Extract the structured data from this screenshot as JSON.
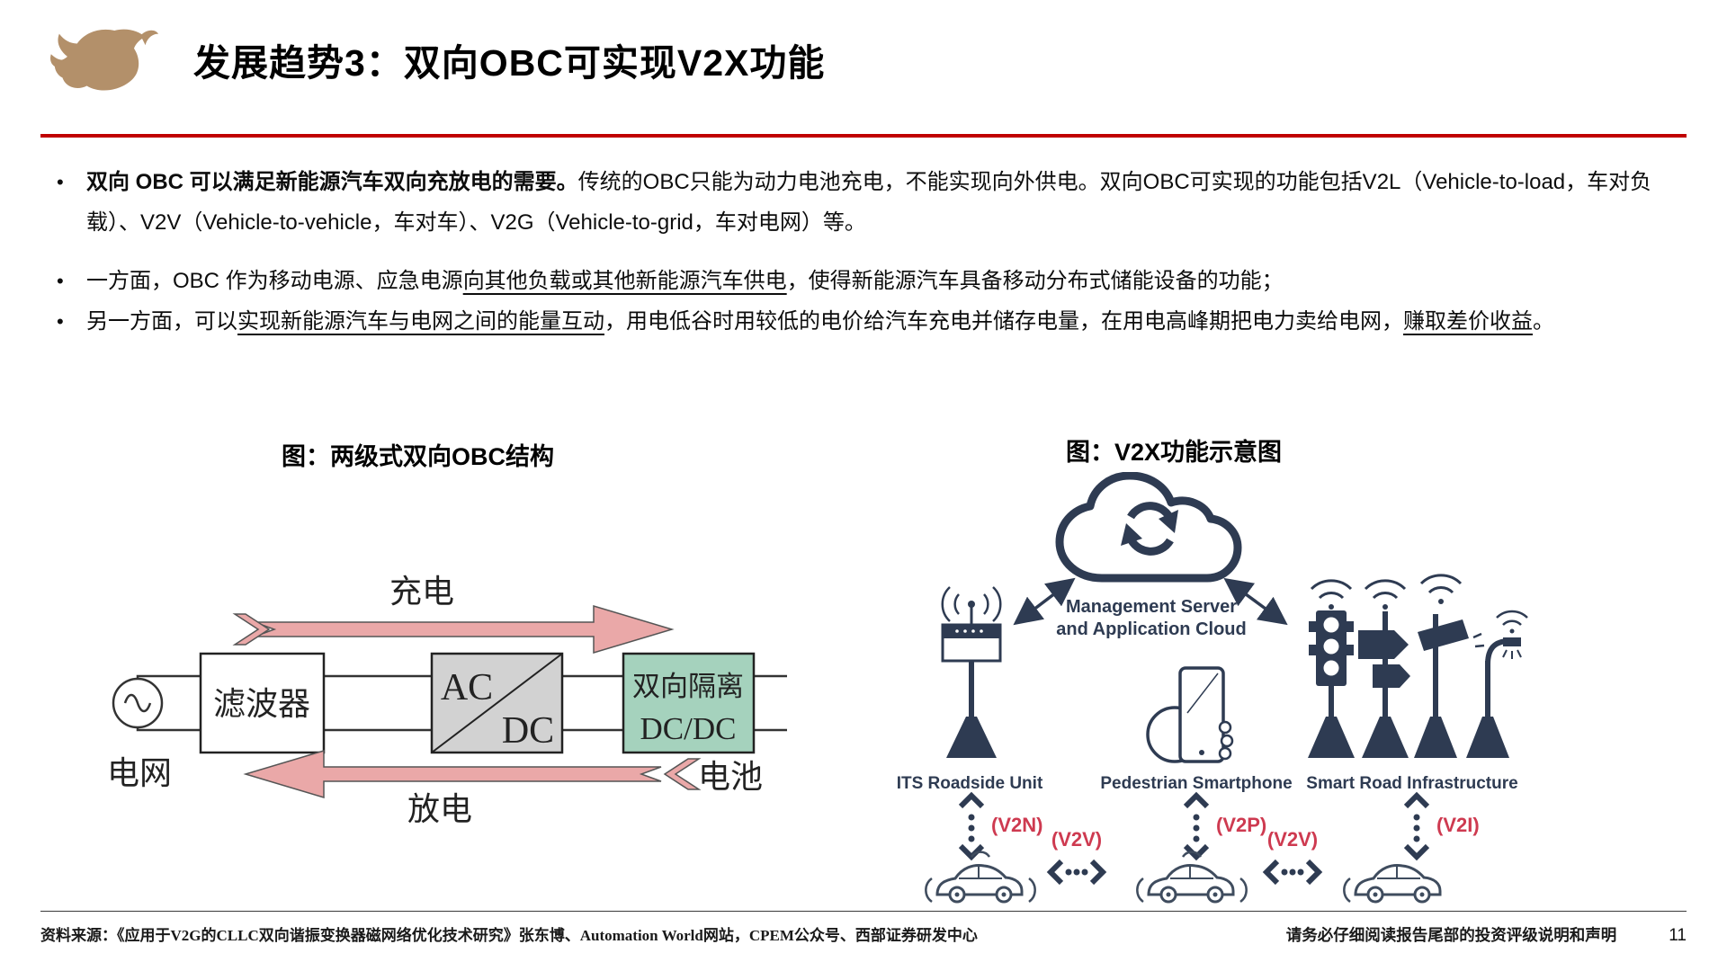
{
  "header": {
    "title": "发展趋势3：双向OBC可实现V2X功能",
    "logo_color": "#b3906a",
    "rule_color": "#c00000"
  },
  "bullets": {
    "marker": "•",
    "b1_bold": "双向 OBC 可以满足新能源汽车双向充放电的需要。",
    "b1_rest": "传统的OBC只能为动力电池充电，不能实现向外供电。双向OBC可实现的功能包括V2L（Vehicle-to-load，车对负载）、V2V（Vehicle-to-vehicle，车对车）、V2G（Vehicle-to-grid，车对电网）等。",
    "b2_pre": "一方面，OBC 作为移动电源、应急电源",
    "b2_underline": "向其他负载或其他新能源汽车供电",
    "b2_post": "，使得新能源汽车具备移动分布式储能设备的功能；",
    "b3_pre": "另一方面，可以",
    "b3_underline1": "实现新能源汽车与电网之间的能量互动",
    "b3_mid": "，用电低谷时用较低的电价给汽车充电并储存电量，在用电高峰期把电力卖给电网，",
    "b3_underline2": "赚取差价收益",
    "b3_post": "。"
  },
  "figures": {
    "left": {
      "caption": "图：两级式双向OBC结构",
      "charge_label": "充电",
      "discharge_label": "放电",
      "grid_label": "电网",
      "battery_label": "电池",
      "filter_label": "滤波器",
      "ac_label": "AC",
      "dc_label": "DC",
      "dcdc_line1": "双向隔离",
      "dcdc_line2": "DC/DC",
      "arrow_color": "#eaa8a8",
      "acdc_fill": "#d2d2d2",
      "dcdc_fill": "#a5d2bd"
    },
    "right": {
      "caption": "图：V2X功能示意图",
      "cloud_line1": "Management Server",
      "cloud_line2": "and Application Cloud",
      "node1_label": "ITS Roadside Unit",
      "node2_label": "Pedestrian Smartphone",
      "node3_label": "Smart Road Infrastructure",
      "v2n_label": "(V2N)",
      "v2p_label": "(V2P)",
      "v2i_label": "(V2I)",
      "v2v_label": "(V2V)",
      "icon_color": "#2e3b52",
      "v2x_label_color": "#ce3a50"
    }
  },
  "footer": {
    "source": "资料来源：《应用于V2G的CLLC双向谐振变换器磁网络优化技术研究》张东博、Automation World网站，CPEM公众号、西部证券研发中心",
    "disclaimer": "请务必仔细阅读报告尾部的投资评级说明和声明",
    "page_number": "11"
  }
}
